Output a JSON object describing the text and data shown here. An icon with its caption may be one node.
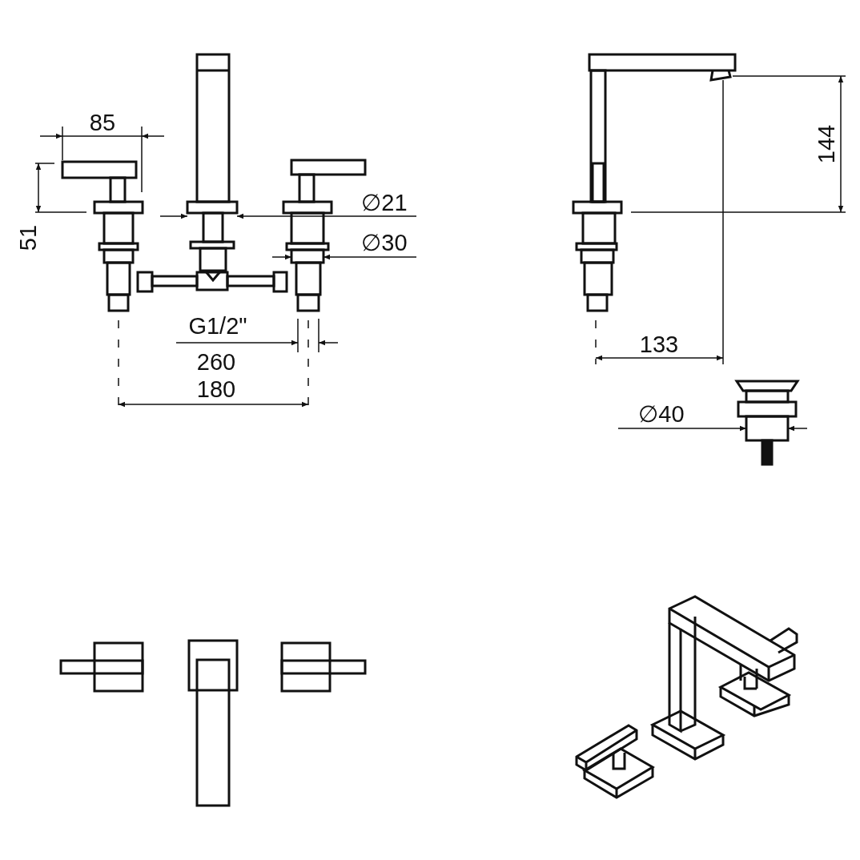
{
  "diagram": {
    "labels": [
      "85",
      "144",
      "∅21",
      "51",
      "∅30",
      "G1/2\"",
      "133",
      "260",
      "180",
      "∅40"
    ]
  }
}
